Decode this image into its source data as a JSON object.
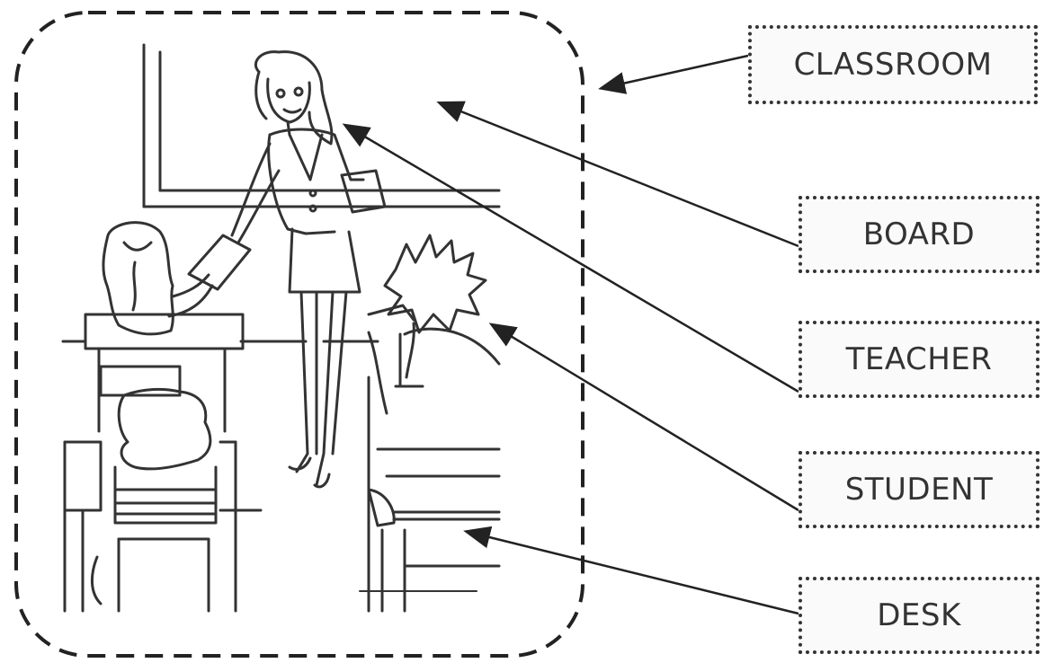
{
  "labels": {
    "classroom": "CLASSROOM",
    "board": "BOARD",
    "teacher": "TEACHER",
    "student": "STUDENT",
    "desk": "DESK"
  }
}
